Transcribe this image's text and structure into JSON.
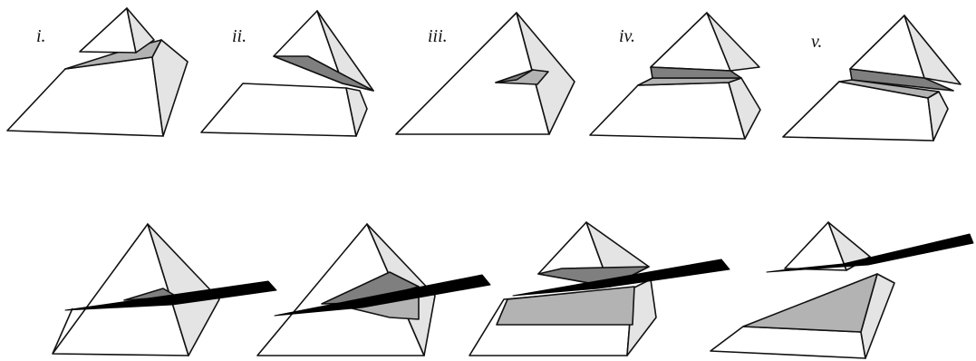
{
  "panel_labels": [
    "i.",
    "ii.",
    "iii.",
    "iv.",
    "v."
  ],
  "colors": {
    "face_light": "#ffffff",
    "face_side": "#e4e4e4",
    "cut_light": "#b3b3b3",
    "cut_dark": "#7f7f7f",
    "blade": "#000000"
  }
}
